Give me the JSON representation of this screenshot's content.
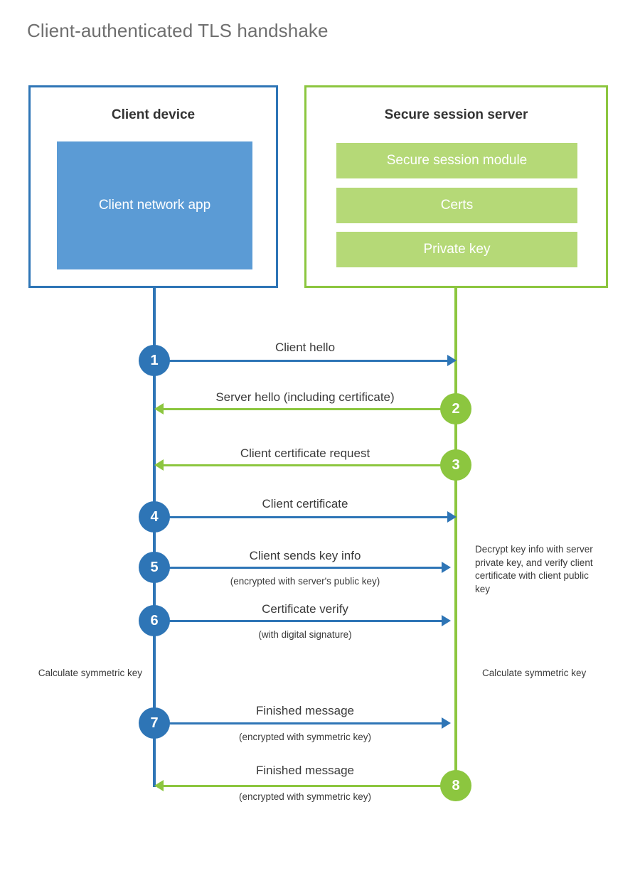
{
  "title": "Client-authenticated TLS handshake",
  "colors": {
    "client_accent": "#2e75b6",
    "client_fill": "#5b9bd5",
    "server_accent": "#8cc63f",
    "server_fill": "#b5d977",
    "title_text": "#6f6f6f",
    "body_text": "#3a3a3a"
  },
  "parties": {
    "client": {
      "title": "Client device",
      "components": [
        {
          "label": "Client network app"
        }
      ]
    },
    "server": {
      "title": "Secure session server",
      "components": [
        {
          "label": "Secure session module"
        },
        {
          "label": "Certs"
        },
        {
          "label": "Private key"
        }
      ]
    }
  },
  "steps": [
    {
      "number": "1",
      "label": "Client hello",
      "sublabel": "",
      "direction": "client-to-server",
      "color": "blue"
    },
    {
      "number": "2",
      "label": "Server hello (including certificate)",
      "sublabel": "",
      "direction": "server-to-client",
      "color": "green"
    },
    {
      "number": "3",
      "label": "Client certificate request",
      "sublabel": "",
      "direction": "server-to-client",
      "color": "green"
    },
    {
      "number": "4",
      "label": "Client certificate",
      "sublabel": "",
      "direction": "client-to-server",
      "color": "blue"
    },
    {
      "number": "5",
      "label": "Client sends key info",
      "sublabel": "(encrypted with server's public key)",
      "direction": "client-to-server",
      "color": "blue"
    },
    {
      "number": "6",
      "label": "Certificate verify",
      "sublabel": "(with digital signature)",
      "direction": "client-to-server",
      "color": "blue"
    },
    {
      "number": "7",
      "label": "Finished message",
      "sublabel": "(encrypted with symmetric key)",
      "direction": "client-to-server",
      "color": "blue"
    },
    {
      "number": "8",
      "label": "Finished message",
      "sublabel": "(encrypted with symmetric key)",
      "direction": "server-to-client",
      "color": "green"
    }
  ],
  "notes": {
    "server_decrypt": "Decrypt key info with server private key, and verify client certificate with client public key",
    "client_calculate": "Calculate symmetric key",
    "server_calculate": "Calculate symmetric key"
  }
}
